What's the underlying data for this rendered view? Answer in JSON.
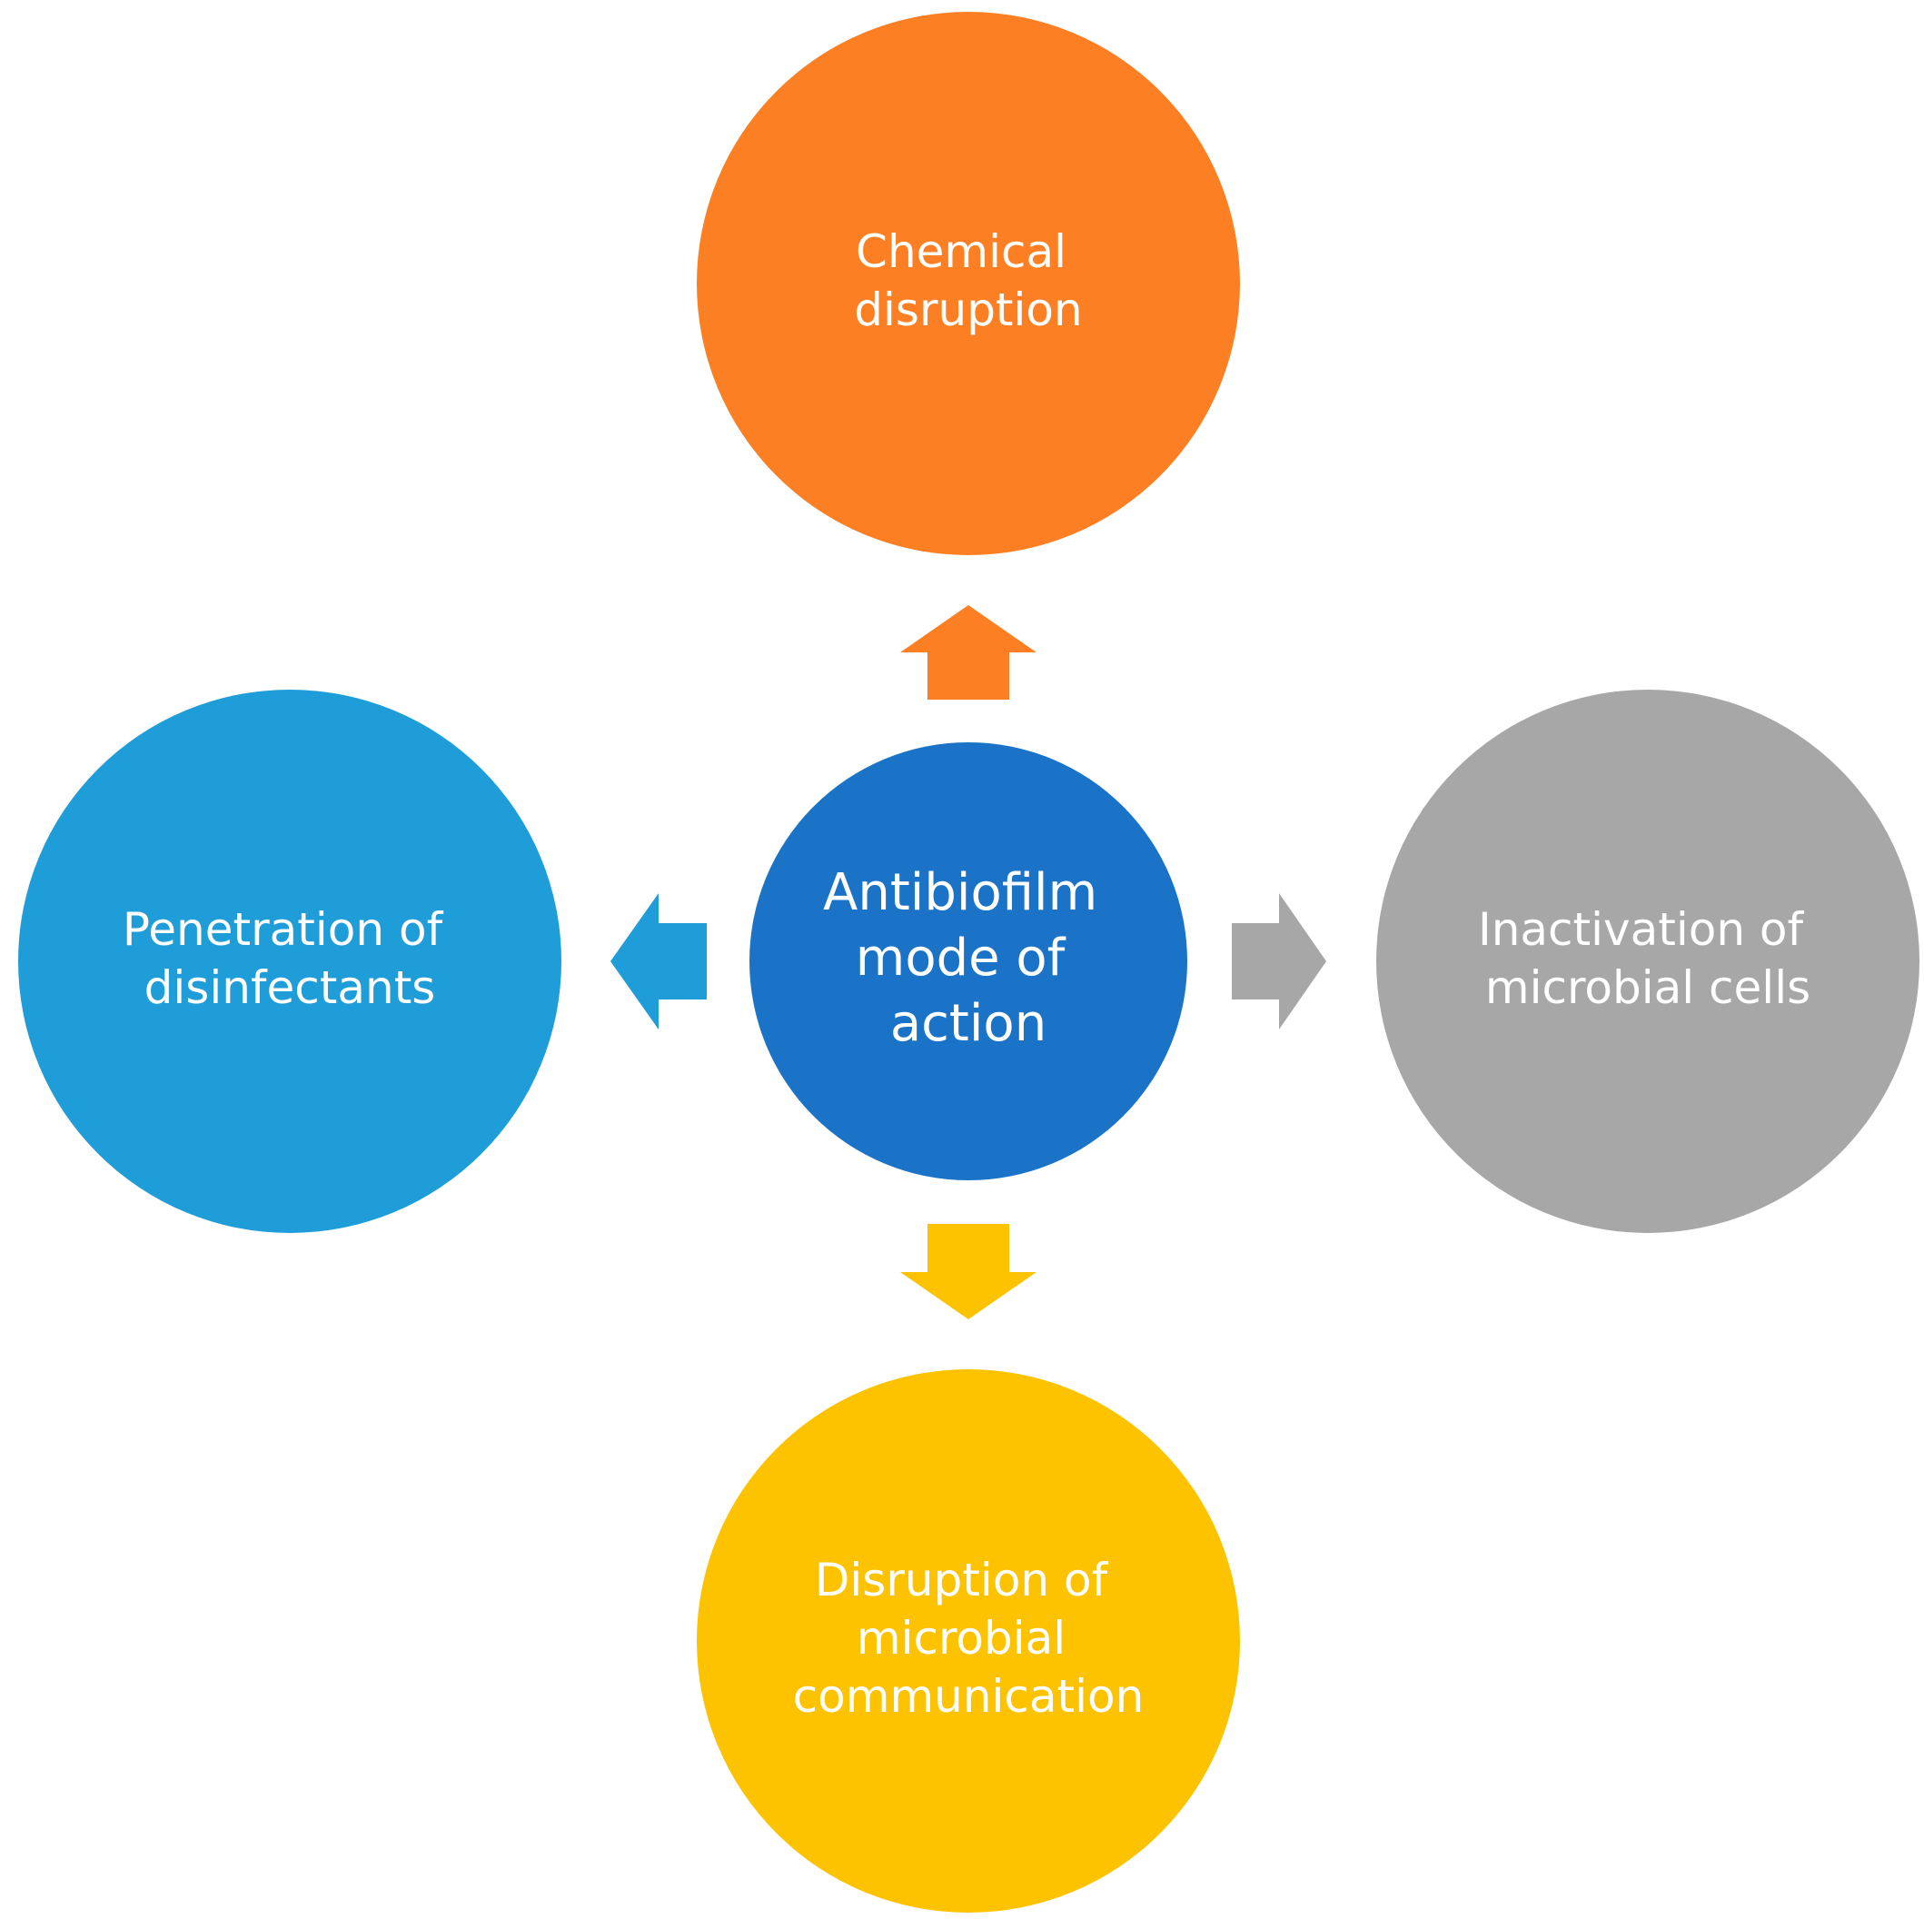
{
  "center": {
    "lines": [
      "Antibiofilm",
      "mode of",
      "action"
    ],
    "color": "#1a73c7"
  },
  "nodes": {
    "top": {
      "lines": [
        "Chemical",
        "disruption"
      ],
      "color": "#fc7f23"
    },
    "right": {
      "lines": [
        "Inactivation of",
        "microbial cells"
      ],
      "color": "#a7a7a7"
    },
    "bottom": {
      "lines": [
        "Disruption of",
        "microbial",
        "communication"
      ],
      "color": "#fdc300"
    },
    "left": {
      "lines": [
        "Penetration of",
        "disinfectants"
      ],
      "color": "#1f9dd9"
    }
  },
  "text_color": "#ffffff",
  "background": "#ffffff"
}
